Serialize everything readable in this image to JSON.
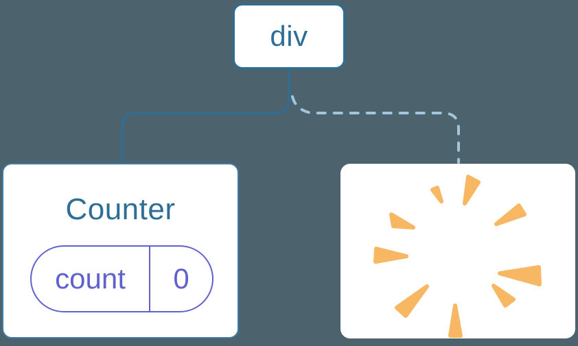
{
  "diagram": {
    "root": {
      "label": "div"
    },
    "counter": {
      "title": "Counter",
      "state": {
        "name": "count",
        "value": "0"
      }
    },
    "removed": {
      "icon": "poof-starburst-icon"
    }
  },
  "colors": {
    "background": "#4C636E",
    "node_blue": "#2E6E96",
    "counter_border": "#3D7CA6",
    "dashed_connector": "#A3C5DB",
    "state_purple": "#6161CE",
    "burst_orange": "#F7B763",
    "card_white": "#FFFFFF"
  }
}
